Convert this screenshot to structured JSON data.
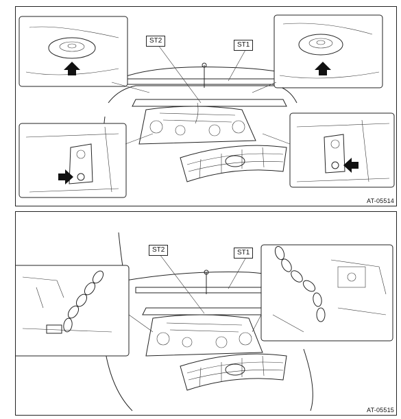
{
  "figures": [
    {
      "figure_id": "AT-05514",
      "labels": {
        "st1": "ST1",
        "st2": "ST2"
      },
      "insets": [
        "strut-mount-left",
        "strut-mount-right",
        "engine-mount-left",
        "engine-mount-right"
      ]
    },
    {
      "figure_id": "AT-05515",
      "labels": {
        "st1": "ST1",
        "st2": "ST2"
      },
      "insets": [
        "chain-hook-left",
        "chain-hook-right"
      ]
    }
  ],
  "icons": [
    "arrow-up-icon",
    "arrow-right-icon",
    "arrow-left-icon"
  ]
}
